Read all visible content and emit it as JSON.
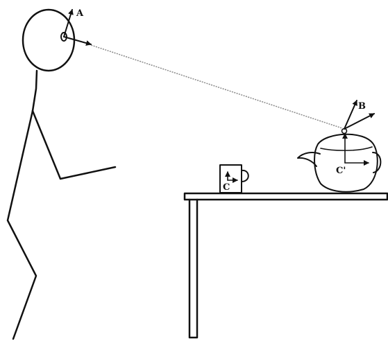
{
  "labels": {
    "frame_a": "A",
    "frame_b": "B",
    "frame_c": "C",
    "frame_c_prime": "C'"
  },
  "colors": {
    "ink": "#111111",
    "sight_line": "#888888",
    "background": "#ffffff"
  }
}
